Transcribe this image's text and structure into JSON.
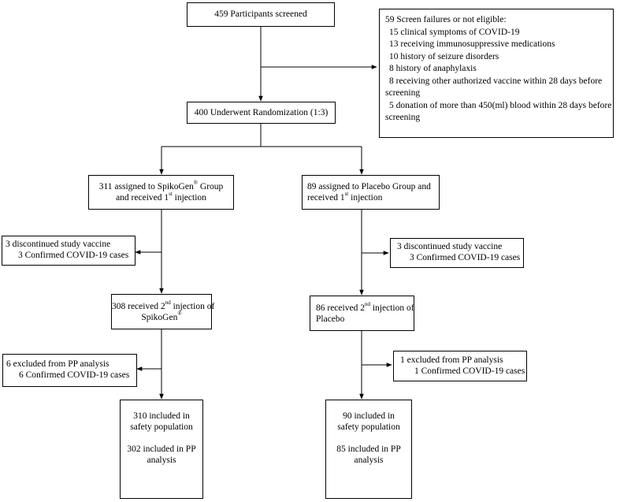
{
  "screened": {
    "text": "459 Participants screened"
  },
  "exclusions": {
    "title": "59 Screen failures or not eligible:",
    "items": [
      "15 clinical symptoms of COVID-19",
      "13 receiving immunosuppressive medications",
      "10 history of seizure disorders",
      "8 history of anaphylaxis",
      "8 receiving other authorized vaccine within 28 days before",
      "screening",
      "5 donation of more than 450(ml) blood within 28 days before",
      "screening"
    ]
  },
  "randomization": {
    "text": "400 Underwent Randomization (1:3)"
  },
  "spikogen_group": {
    "line1_pre": "311 assigned to SpikoGen",
    "line1_sup": "®",
    "line1_post": " Group",
    "line2_pre": "and received 1",
    "line2_sup": "st",
    "line2_post": " injection"
  },
  "placebo_group": {
    "line1": "89 assigned to Placebo Group and",
    "line2_pre": "received 1",
    "line2_sup": "st",
    "line2_post": " injection"
  },
  "spikogen_discontinued": {
    "line1": "3 discontinued study vaccine",
    "line2": "3 Confirmed COVID-19 cases"
  },
  "placebo_discontinued": {
    "line1": "3 discontinued study vaccine",
    "line2": "3 Confirmed COVID-19 cases"
  },
  "spikogen_second": {
    "line1_pre": "308 received 2",
    "line1_sup": "nd",
    "line1_post": " injection of",
    "line2_pre": "SpikoGen",
    "line2_sup": "®"
  },
  "placebo_second": {
    "line1_pre": "86 received 2",
    "line1_sup": "nd",
    "line1_post": " injection of",
    "line2": "Placebo"
  },
  "spikogen_excluded": {
    "line1": "6 excluded from PP analysis",
    "line2": "6 Confirmed COVID-19 cases"
  },
  "placebo_excluded": {
    "line1": "1 excluded from PP analysis",
    "line2": "1 Confirmed COVID-19 cases"
  },
  "spikogen_final": {
    "safety1": "310 included in",
    "safety2": "safety population",
    "pp1": "302 included in PP",
    "pp2": "analysis"
  },
  "placebo_final": {
    "safety1": "90 included in",
    "safety2": "safety population",
    "pp1": "85 included in PP",
    "pp2": "analysis"
  }
}
